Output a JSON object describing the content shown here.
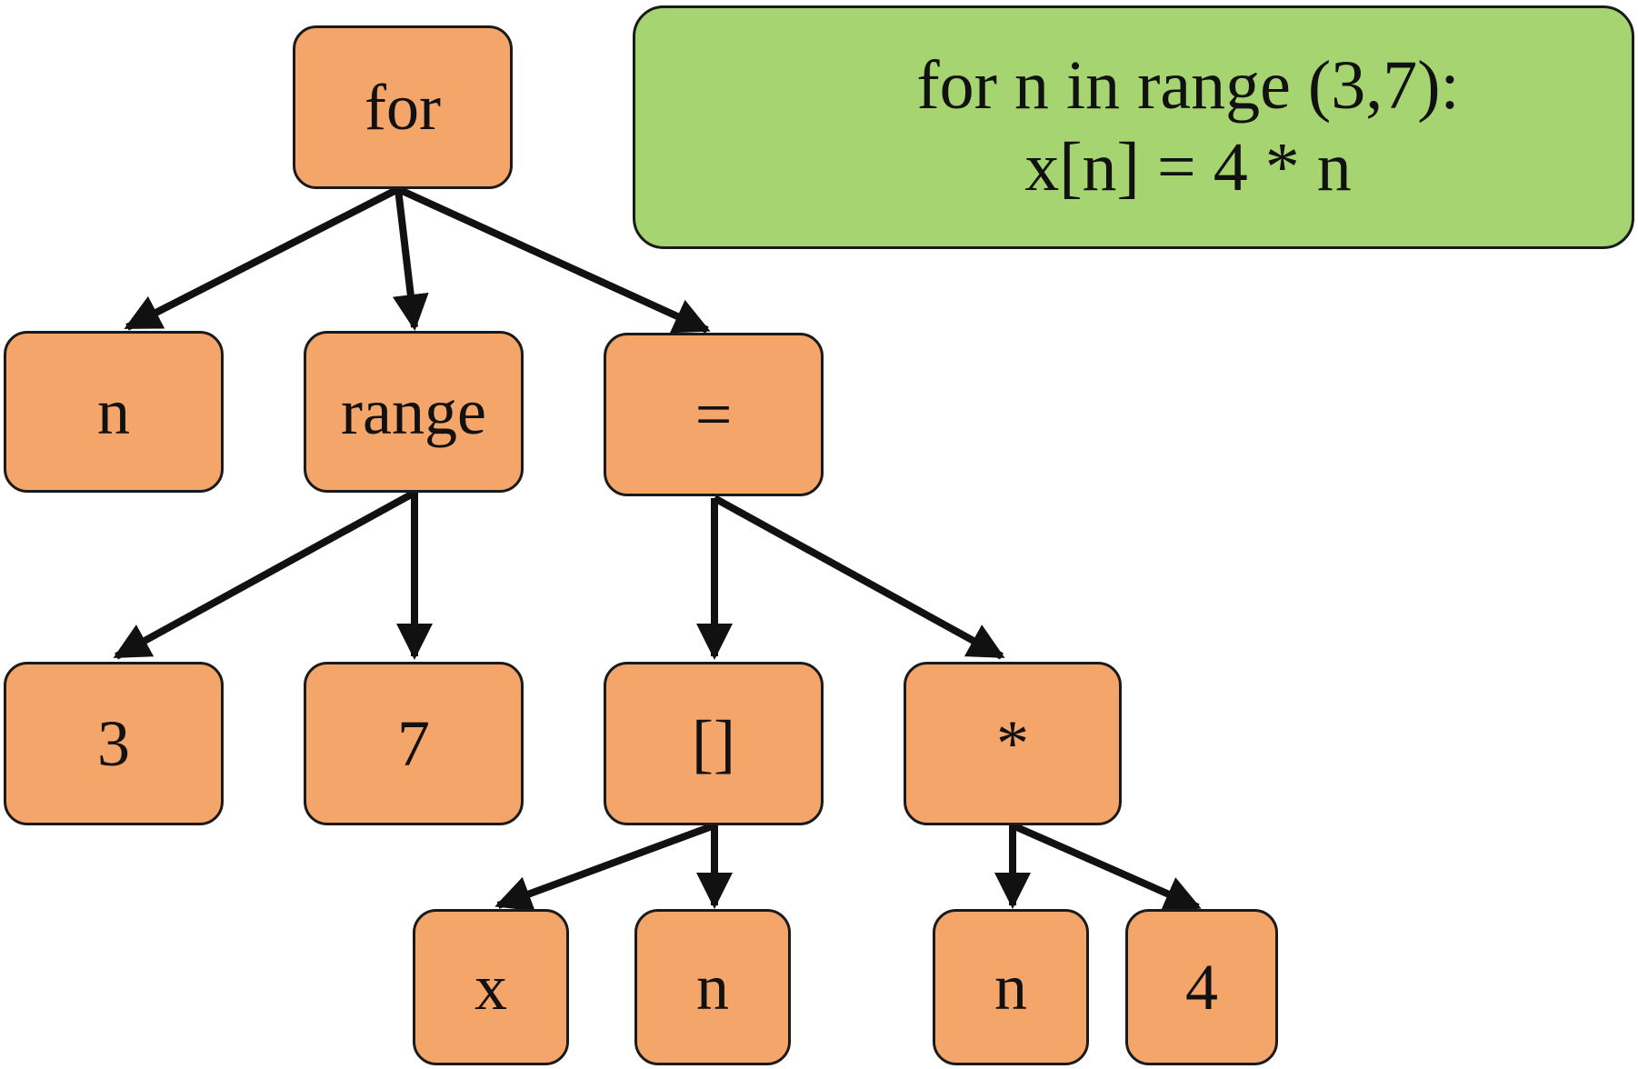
{
  "code": {
    "line1": "for n in range (3,7):",
    "line2": "x[n] = 4 * n"
  },
  "nodes": {
    "for": "for",
    "n_var": "n",
    "range": "range",
    "assign": "=",
    "three": "3",
    "seven": "7",
    "index": "[]",
    "mul": "*",
    "x": "x",
    "n_index": "n",
    "n_mul": "n",
    "four": "4"
  },
  "colors": {
    "node_fill": "#f4a56a",
    "code_fill": "#a6d470",
    "stroke": "#1a1a1a"
  }
}
